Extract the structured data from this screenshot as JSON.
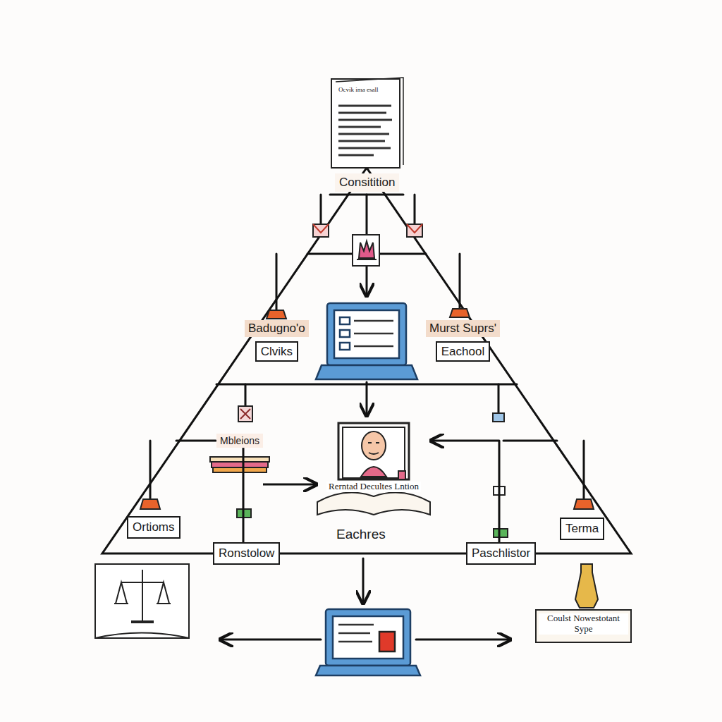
{
  "diagram": {
    "nodes": [
      {
        "text": [
          "Consitition"
        ]
      },
      {
        "text": [
          "Badugno'o",
          "Clviks"
        ]
      },
      {
        "text": [
          "Murst Suprs'",
          "Eachool"
        ]
      },
      {
        "text": [
          "Mbleions"
        ]
      },
      {
        "text": [
          "Rerntad Decultes Lntion"
        ]
      },
      {
        "text": [
          "Ortioms"
        ]
      },
      {
        "text": [
          "Ronstolow"
        ]
      },
      {
        "text": [
          "Paschlistor"
        ]
      },
      {
        "text": [
          "Terma"
        ]
      },
      {
        "text": [
          "Coulst Nowestotant Sype"
        ]
      }
    ],
    "edges": [
      {
        "from": 3,
        "to": 4,
        "arrow": "to"
      },
      {
        "from": 7,
        "to": 4,
        "arrow": "to"
      },
      {
        "from": 3,
        "to": 6,
        "arrow": "none"
      }
    ],
    "labels": [
      "Ocvik ima esall",
      "Eachres"
    ]
  }
}
